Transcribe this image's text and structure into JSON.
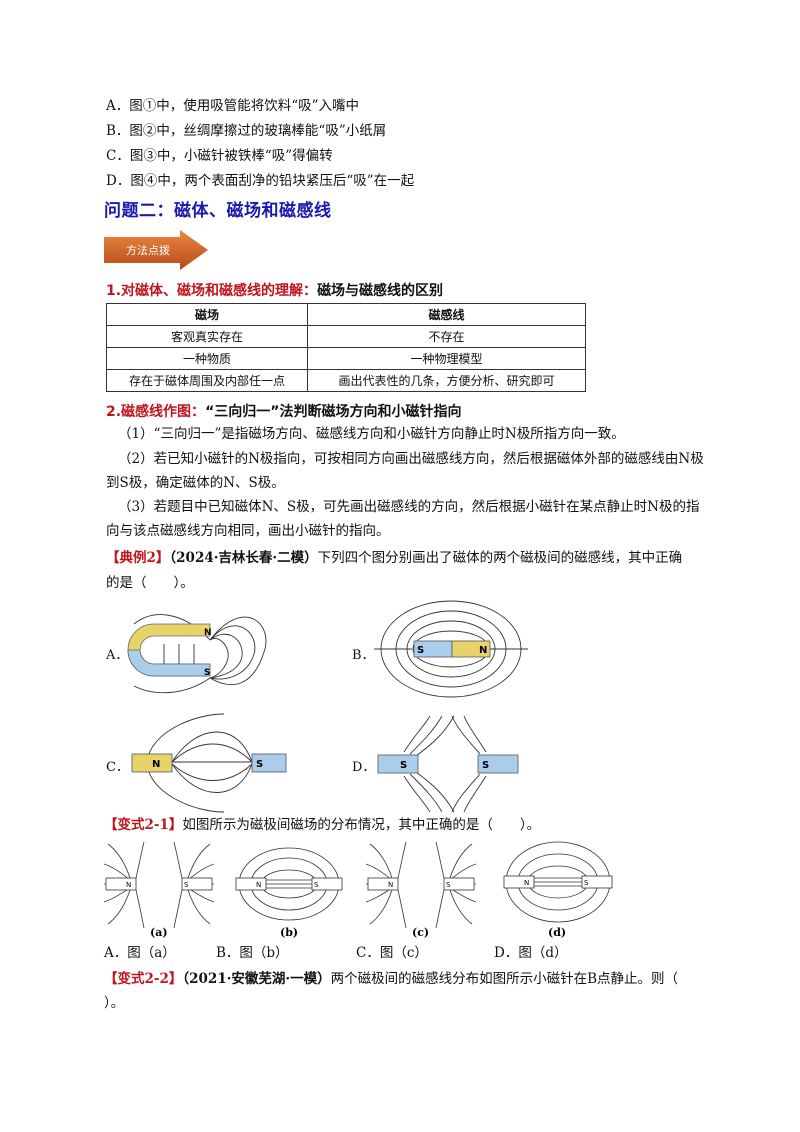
{
  "options_top": [
    "A．图①中，使用吸管能将饮料“吸”入嘴中",
    "B．图②中，丝绸摩擦过的玻璃棒能“吸”小纸屑",
    "C．图③中，小磁针被铁棒“吸”得偏转",
    "D．图④中，两个表面刮净的铅块紧压后“吸”在一起"
  ],
  "section_title": "问题二：磁体、磁场和磁感线",
  "method_badge": "方法点拨",
  "point1": {
    "label": "1.对磁体、磁场和磁感线的理解：",
    "rest": "磁场与磁感线的区别"
  },
  "table": {
    "headers": [
      "磁场",
      "磁感线"
    ],
    "rows": [
      [
        "客观真实存在",
        "不存在"
      ],
      [
        "一种物质",
        "一种物理模型"
      ],
      [
        "存在于磁体周围及内部任一点",
        "画出代表性的几条，方便分析、研究即可"
      ]
    ]
  },
  "point2": {
    "label": "2.磁感线作图：",
    "rest": "“三向归一”法判断磁场方向和小磁针指向"
  },
  "paras": [
    "（1）“三向归一”是指磁场方向、磁感线方向和小磁针方向静止时N极所指方向一致。",
    "（2）若已知小磁针的N极指向，可按相同方向画出磁感线方向，然后根据磁体外部的磁感线由N极",
    "到S极，确定磁体的N、S极。",
    "（3）若题目中已知磁体N、S极，可先画出磁感线的方向，然后根据小磁针在某点静止时N极的指",
    "向与该点磁感线方向相同，画出小磁针的指向。"
  ],
  "example2": {
    "tag": "【典例2】",
    "source": "（2024·吉林长春·二模）",
    "text1": "下列四个图分别画出了磁体的两个磁极间的磁感线，其中正确",
    "text2": "的是（　　）。"
  },
  "figs": {
    "A": "A．",
    "B": "B．",
    "C": "C．",
    "D": "D．",
    "N": "N",
    "S": "S"
  },
  "variant1": {
    "tag": "【变式2-1】",
    "text": "如图所示为磁极间磁场的分布情况，其中正确的是（　　）。",
    "captions": [
      "(a)",
      "(b)",
      "(c)",
      "(d)"
    ],
    "choices": [
      "A．图（a）",
      "B．图（b）",
      "C．图（c）",
      "D．图（d）"
    ]
  },
  "variant2": {
    "tag": "【变式2-2】",
    "source": "（2021·安徽芜湖·一模）",
    "text1": "两个磁极间的磁感线分布如图所示小磁针在B点静止。则（",
    "text2": "）。"
  },
  "colors": {
    "accent_red": "#c0141c",
    "heading_blue": "#1a1ab0",
    "badge": "#d5601f",
    "magnet_blue": "#a9cdea",
    "magnet_yellow": "#e7d36a"
  }
}
